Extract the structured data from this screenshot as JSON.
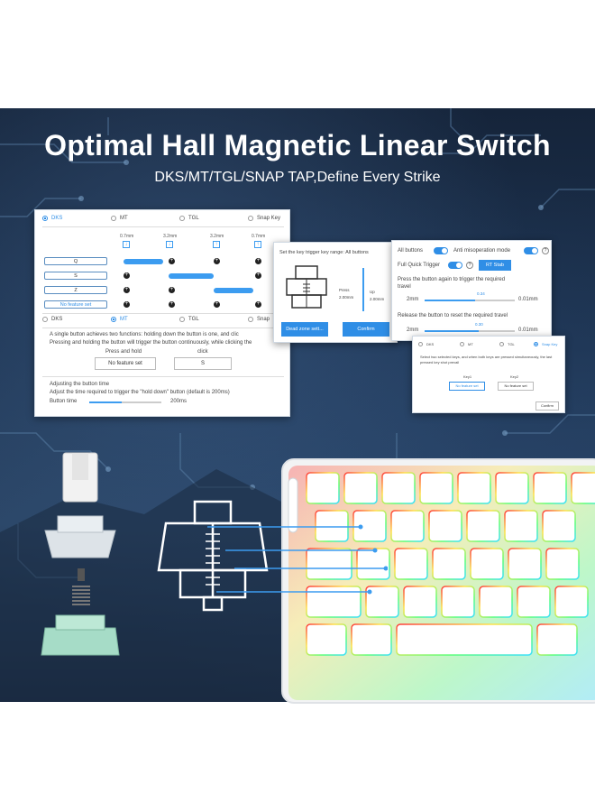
{
  "header": {
    "title": "Optimal Hall Magnetic Linear Switch",
    "subtitle": "DKS/MT/TGL/SNAP TAP,Define Every Strike"
  },
  "colors": {
    "accent": "#2f8ee6",
    "background": "#1d3350"
  },
  "panel_main": {
    "tabs_top": [
      "DKS",
      "MT",
      "TGL",
      "Snap Key"
    ],
    "selected_top": "DKS",
    "depths": [
      "0.7mm",
      "3.2mm",
      "3.2mm",
      "0.7mm"
    ],
    "keys": [
      "Q",
      "S",
      "Z",
      "No feature set"
    ],
    "tabs_bottom": [
      "DKS",
      "MT",
      "TGL",
      "Snap"
    ],
    "selected_bottom": "MT",
    "description_1": "A single button achieves two functions: holding down the button is one, and clic",
    "description_2": "Pressing and holding the button will trigger the button continuously, while clicking the",
    "col_press": "Press and hold",
    "col_click": "click",
    "btn_press": "No feature set",
    "btn_click": "S",
    "adjust_heading": "Adjusting the button time",
    "adjust_desc": "Adjust the time required to trigger the \"hold down\" button (default is 200ms)",
    "button_time_label": "Button time",
    "button_time_value": "200ms",
    "button_time_fraction": 0.45
  },
  "panel_trigger": {
    "heading": "Set the key trigger key range: All buttons",
    "press_label": "Press",
    "press_value": "2.00mm",
    "up_label": "Up",
    "up_value": "2.00mm",
    "deadzone_btn": "Dead zone sett...",
    "confirm_btn": "Confirm"
  },
  "panel_rt": {
    "all_buttons": "All buttons",
    "anti_misop": "Anti misoperation mode",
    "full_quick": "Full Quick Trigger",
    "rt_stab": "RT Stab",
    "press_again": "Press the button again to trigger the required",
    "press_again_2": "travel",
    "press_min": "2mm",
    "press_value": "0.34",
    "press_max": "0.01mm",
    "release": "Release the button to reset the required travel",
    "release_min": "2mm",
    "release_value": "0.30",
    "release_max": "0.01mm"
  },
  "panel_snap": {
    "tabs": [
      "DKS",
      "MT",
      "TGL",
      "Snap Key"
    ],
    "selected": "Snap Key",
    "desc_1": "Select two selected keys, and when both keys are pressed simultaneously, the last",
    "desc_2": "pressed key shot prevail",
    "key1_label": "Key1",
    "key2_label": "Key2",
    "key1_btn": "No feature set",
    "key2_btn": "No feature set",
    "confirm": "Confirm"
  }
}
